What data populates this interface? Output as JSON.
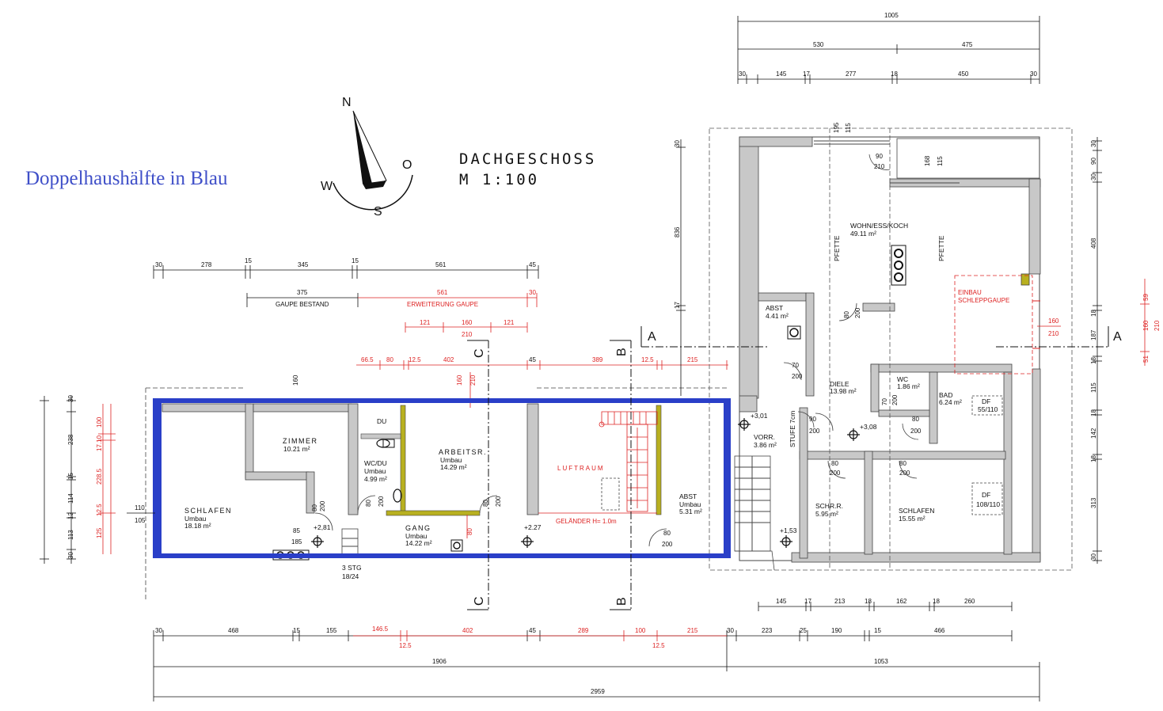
{
  "caption": "Doppelhaushälfte in Blau",
  "title": {
    "line1": "DACHGESCHOSS",
    "line2": "M 1:100"
  },
  "compass": {
    "n": "N",
    "o": "O",
    "s": "S",
    "w": "W"
  },
  "sections": {
    "a": "A",
    "b": "B",
    "c": "C"
  },
  "rooms": {
    "schlafen_l": {
      "name": "SCHLAFEN",
      "sub": "Umbau",
      "area": "18.18 m²"
    },
    "zimmer": {
      "name": "ZIMMER",
      "area": "10.21 m²"
    },
    "wcdu": {
      "name": "WC/DU",
      "sub": "Umbau",
      "area": "4.99 m²"
    },
    "du": "DU",
    "arbeit": {
      "name": "ARBEITSR.",
      "sub": "Umbau",
      "area": "14.29 m²"
    },
    "gang": {
      "name": "GANG",
      "sub": "Umbau",
      "area": "14.22 m²"
    },
    "luftraum": "LUFTRAUM",
    "gelaender": "GELÄNDER H= 1.0m",
    "abst_l": {
      "name": "ABST",
      "sub": "Umbau",
      "area": "5.31 m²"
    },
    "wohn": {
      "name": "WOHN/ESS/KOCH",
      "area": "49.11 m²"
    },
    "abst_r": {
      "name": "ABST",
      "area": "4.41 m²"
    },
    "diele": {
      "name": "DIELE",
      "area": "13.98 m²"
    },
    "wc": {
      "name": "WC",
      "area": "1.86 m²"
    },
    "bad": {
      "name": "BAD",
      "area": "6.24 m²"
    },
    "vorr": {
      "name": "VORR.",
      "area": "3.86 m²"
    },
    "schr": {
      "name": "SCHR.R.",
      "area": "5.95 m²"
    },
    "schlafen_r": {
      "name": "SCHLAFEN",
      "area": "15.55 m²"
    },
    "pfette": "PFETTE",
    "einbau1": "EINBAU",
    "einbau2": "SCHLEPPGAUPE",
    "df1": "DF",
    "df1_size": "55/110",
    "df2": "DF",
    "df2_size": "108/110",
    "stufe": "STUFE 7cm",
    "stg3": "3 STG",
    "stg3b": "18/24"
  },
  "levels": {
    "l281": "+2,81",
    "l227": "+2.27",
    "l301": "+3,01",
    "l308": "+3,08",
    "l153": "+1,53"
  },
  "dims": {
    "top1": "1005",
    "top2a": "530",
    "top2b": "475",
    "top3": [
      "30",
      "145",
      "17",
      "277",
      "18",
      "450",
      "30"
    ],
    "gaupe_row": [
      "30",
      "278",
      "15",
      "345",
      "15",
      "561",
      "45"
    ],
    "gaupe_bestand": "GAUPE BESTAND",
    "gaupe_375": "375",
    "erweiterung": "ERWEITERUNG GAUPE",
    "erw_561": "561",
    "erw_30": "30",
    "r121a": "121",
    "r160": "160",
    "r121b": "121",
    "r210": "210",
    "row5": [
      "66.5",
      "80",
      "12.5",
      "402",
      "45",
      "389",
      "12.5",
      "215"
    ],
    "bot1": [
      "30",
      "468",
      "15",
      "155",
      "146.5",
      "402",
      "45",
      "289",
      "100",
      "215",
      "30",
      "223",
      "25",
      "190",
      "15",
      "466"
    ],
    "bot1_sub": [
      "12.5",
      "12.5"
    ],
    "bot2a": "1906",
    "bot2b": "1053",
    "bot3": "2959",
    "r_mid": [
      "145",
      "17",
      "213",
      "18",
      "162",
      "18",
      "260"
    ],
    "right_col": [
      "30",
      "90",
      "30",
      "408",
      "18",
      "187",
      "18",
      "115",
      "18",
      "142",
      "18",
      "313",
      "30"
    ],
    "left_col": [
      "30",
      "238",
      "15",
      "114",
      "12",
      "113",
      "30"
    ],
    "left_red": [
      "100",
      "17.10",
      "228.5",
      "12.5",
      "125"
    ],
    "v836": "836",
    "v17": "17",
    "v30": "30",
    "d160": "160",
    "d210": "210",
    "d110": "110",
    "d105": "105",
    "d195": "195",
    "d115": "115",
    "d168": "168",
    "d115b": "115",
    "red_right": [
      "59",
      "160",
      "51",
      "210"
    ],
    "doors": [
      "80",
      "200",
      "85",
      "185",
      "90",
      "210",
      "70",
      "200"
    ]
  }
}
